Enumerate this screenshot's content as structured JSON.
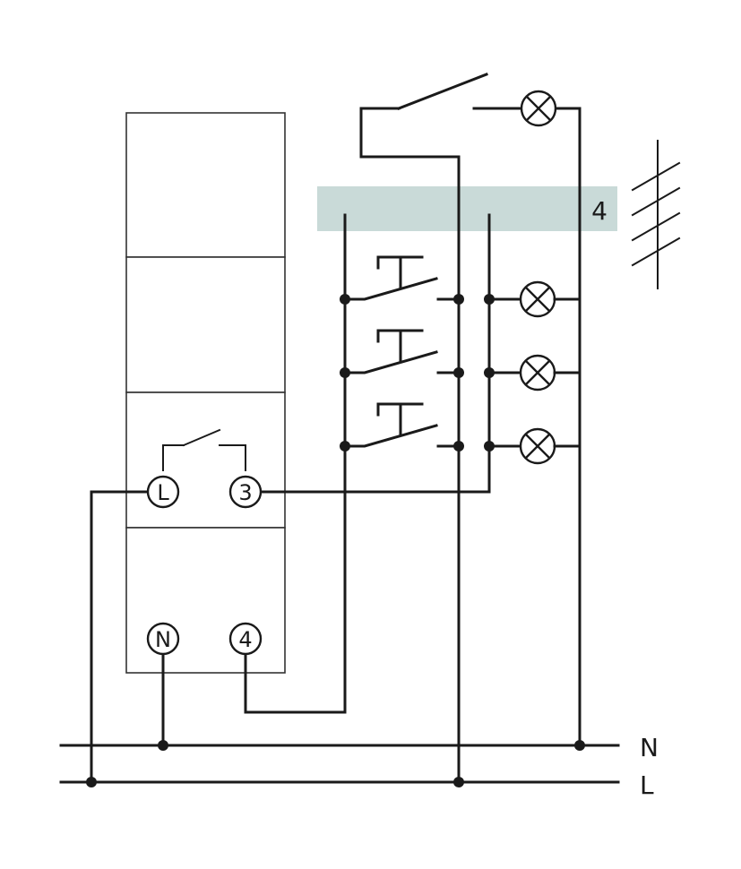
{
  "diagram": {
    "device_terminals": {
      "L": "L",
      "three": "3",
      "N": "N",
      "four": "4"
    },
    "wire_count_label": "4",
    "bus_labels": {
      "neutral": "N",
      "line": "L"
    },
    "push_buttons": 3,
    "lamps": 4,
    "colors": {
      "wire": "#1a1a1a",
      "highlight_band": "#c9dad8",
      "background": "#ffffff"
    }
  }
}
